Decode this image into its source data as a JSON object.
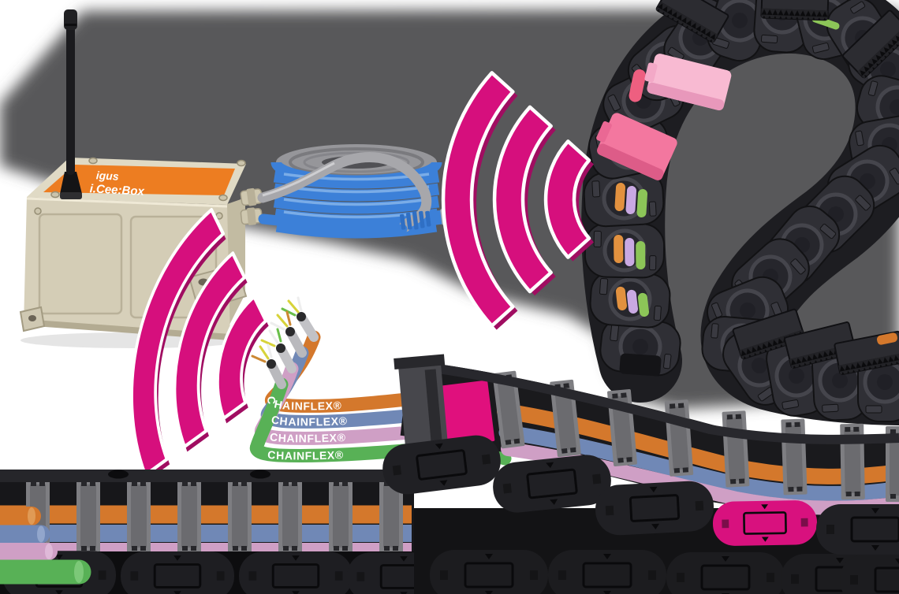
{
  "backdrop": {
    "color": "#58585a"
  },
  "device_box": {
    "brand_logo": "igus",
    "model_label": "i.Cee:Box",
    "top_color": "#ed7d21",
    "body_color": "#d7d0ba",
    "antenna_color": "#1b1b1e"
  },
  "ethernet": {
    "coil_color": "#3c80d8",
    "lead_color": "#a7a7ab"
  },
  "wifi_signal": {
    "color": "#d60f7d",
    "shadow_color": "#a00d61",
    "arcs_per_icon": 3,
    "icon_count": 2
  },
  "chainflex_cables": [
    {
      "label": "CHAINFLEX®",
      "color": "#d4782c"
    },
    {
      "label": "CHAINFLEX®",
      "color": "#7088b6"
    },
    {
      "label": "CHAINFLEX®",
      "color": "#cf9fc5"
    },
    {
      "label": "CHAINFLEX®",
      "color": "#58b156"
    }
  ],
  "energy_chain_top": {
    "body_color": "#1d1d21",
    "plate_color": "#2f2f35",
    "clip_light_pink": "#f8bad2",
    "clip_pink": "#f3779f",
    "inner_cable_colors": [
      "#ee5f80",
      "#e2913f",
      "#c9a9e2",
      "#8cc558"
    ]
  },
  "energy_chain_bottom": {
    "body_color": "#17171a",
    "crossbar_color": "#7e7e82",
    "highlight_crossbar_color": "#e0107d",
    "highlight_link_color": "#d8117e"
  }
}
